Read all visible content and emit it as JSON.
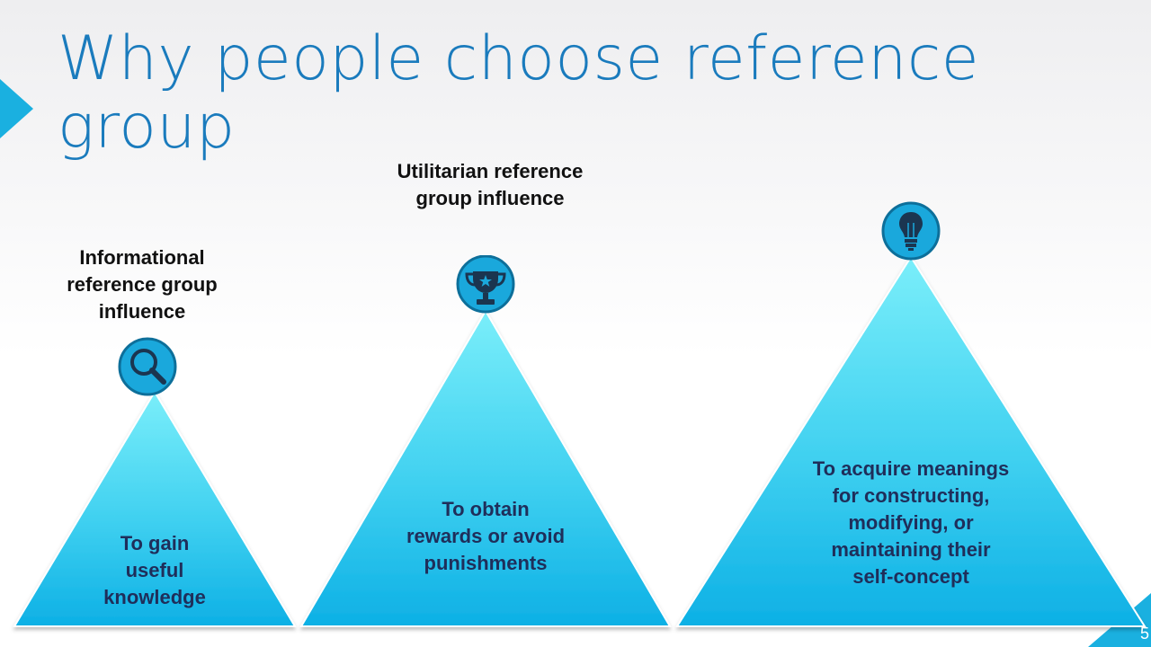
{
  "slide": {
    "title": "Why people choose reference group",
    "page_number": "5"
  },
  "columns": [
    {
      "heading": "Informational reference group influence",
      "icon": "magnifier-icon",
      "text": "To gain useful knowledge"
    },
    {
      "heading": "Utilitarian reference group influence",
      "icon": "trophy-icon",
      "text": "To obtain rewards or avoid punishments"
    },
    {
      "heading": "",
      "icon": "lightbulb-icon",
      "text": "To acquire meanings for constructing, modifying, or maintaining their self-concept"
    }
  ],
  "colors": {
    "title": "#1a7bbd",
    "triangle_top": "#6fe6f6",
    "triangle_bottom": "#0fb2e6",
    "icon_fill": "#1aa8dc",
    "icon_ring": "#0d6f9a"
  }
}
